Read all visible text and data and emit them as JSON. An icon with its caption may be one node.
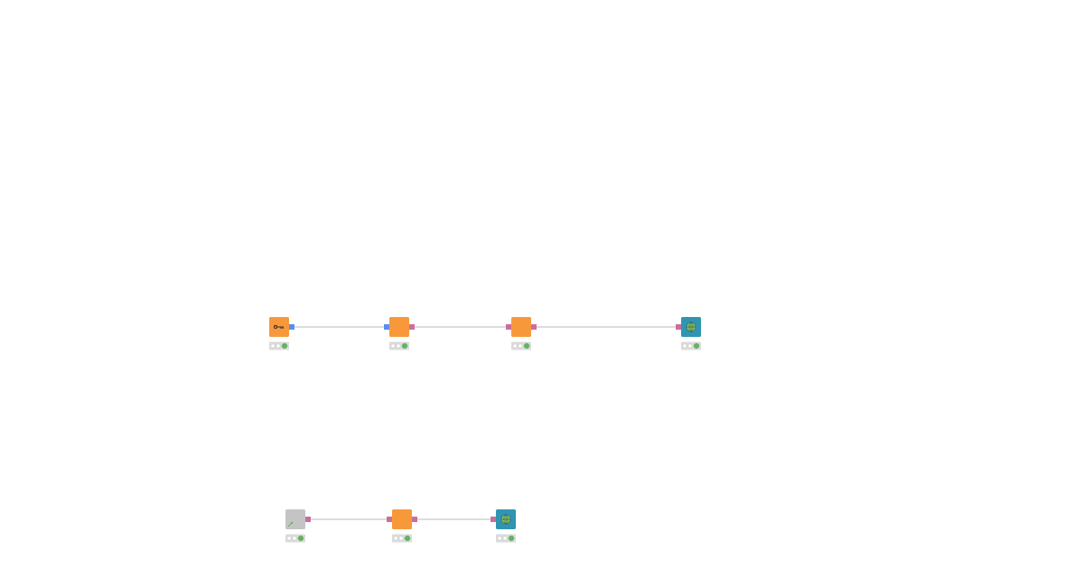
{
  "diagram": {
    "nodes": [
      {
        "text": [],
        "shape": "box"
      },
      {
        "text": [],
        "shape": "box"
      },
      {
        "text": [],
        "shape": "box"
      },
      {
        "text": [],
        "shape": "box"
      },
      {
        "text": [],
        "shape": "box"
      },
      {
        "text": [],
        "shape": "box"
      },
      {
        "text": [],
        "shape": "box"
      }
    ],
    "edges": [
      {
        "from": 0,
        "to": 1,
        "arrow": "none"
      },
      {
        "from": 1,
        "to": 2,
        "arrow": "none"
      },
      {
        "from": 2,
        "to": 3,
        "arrow": "none"
      },
      {
        "from": 4,
        "to": 5,
        "arrow": "none"
      },
      {
        "from": 5,
        "to": 6,
        "arrow": "none"
      }
    ]
  }
}
